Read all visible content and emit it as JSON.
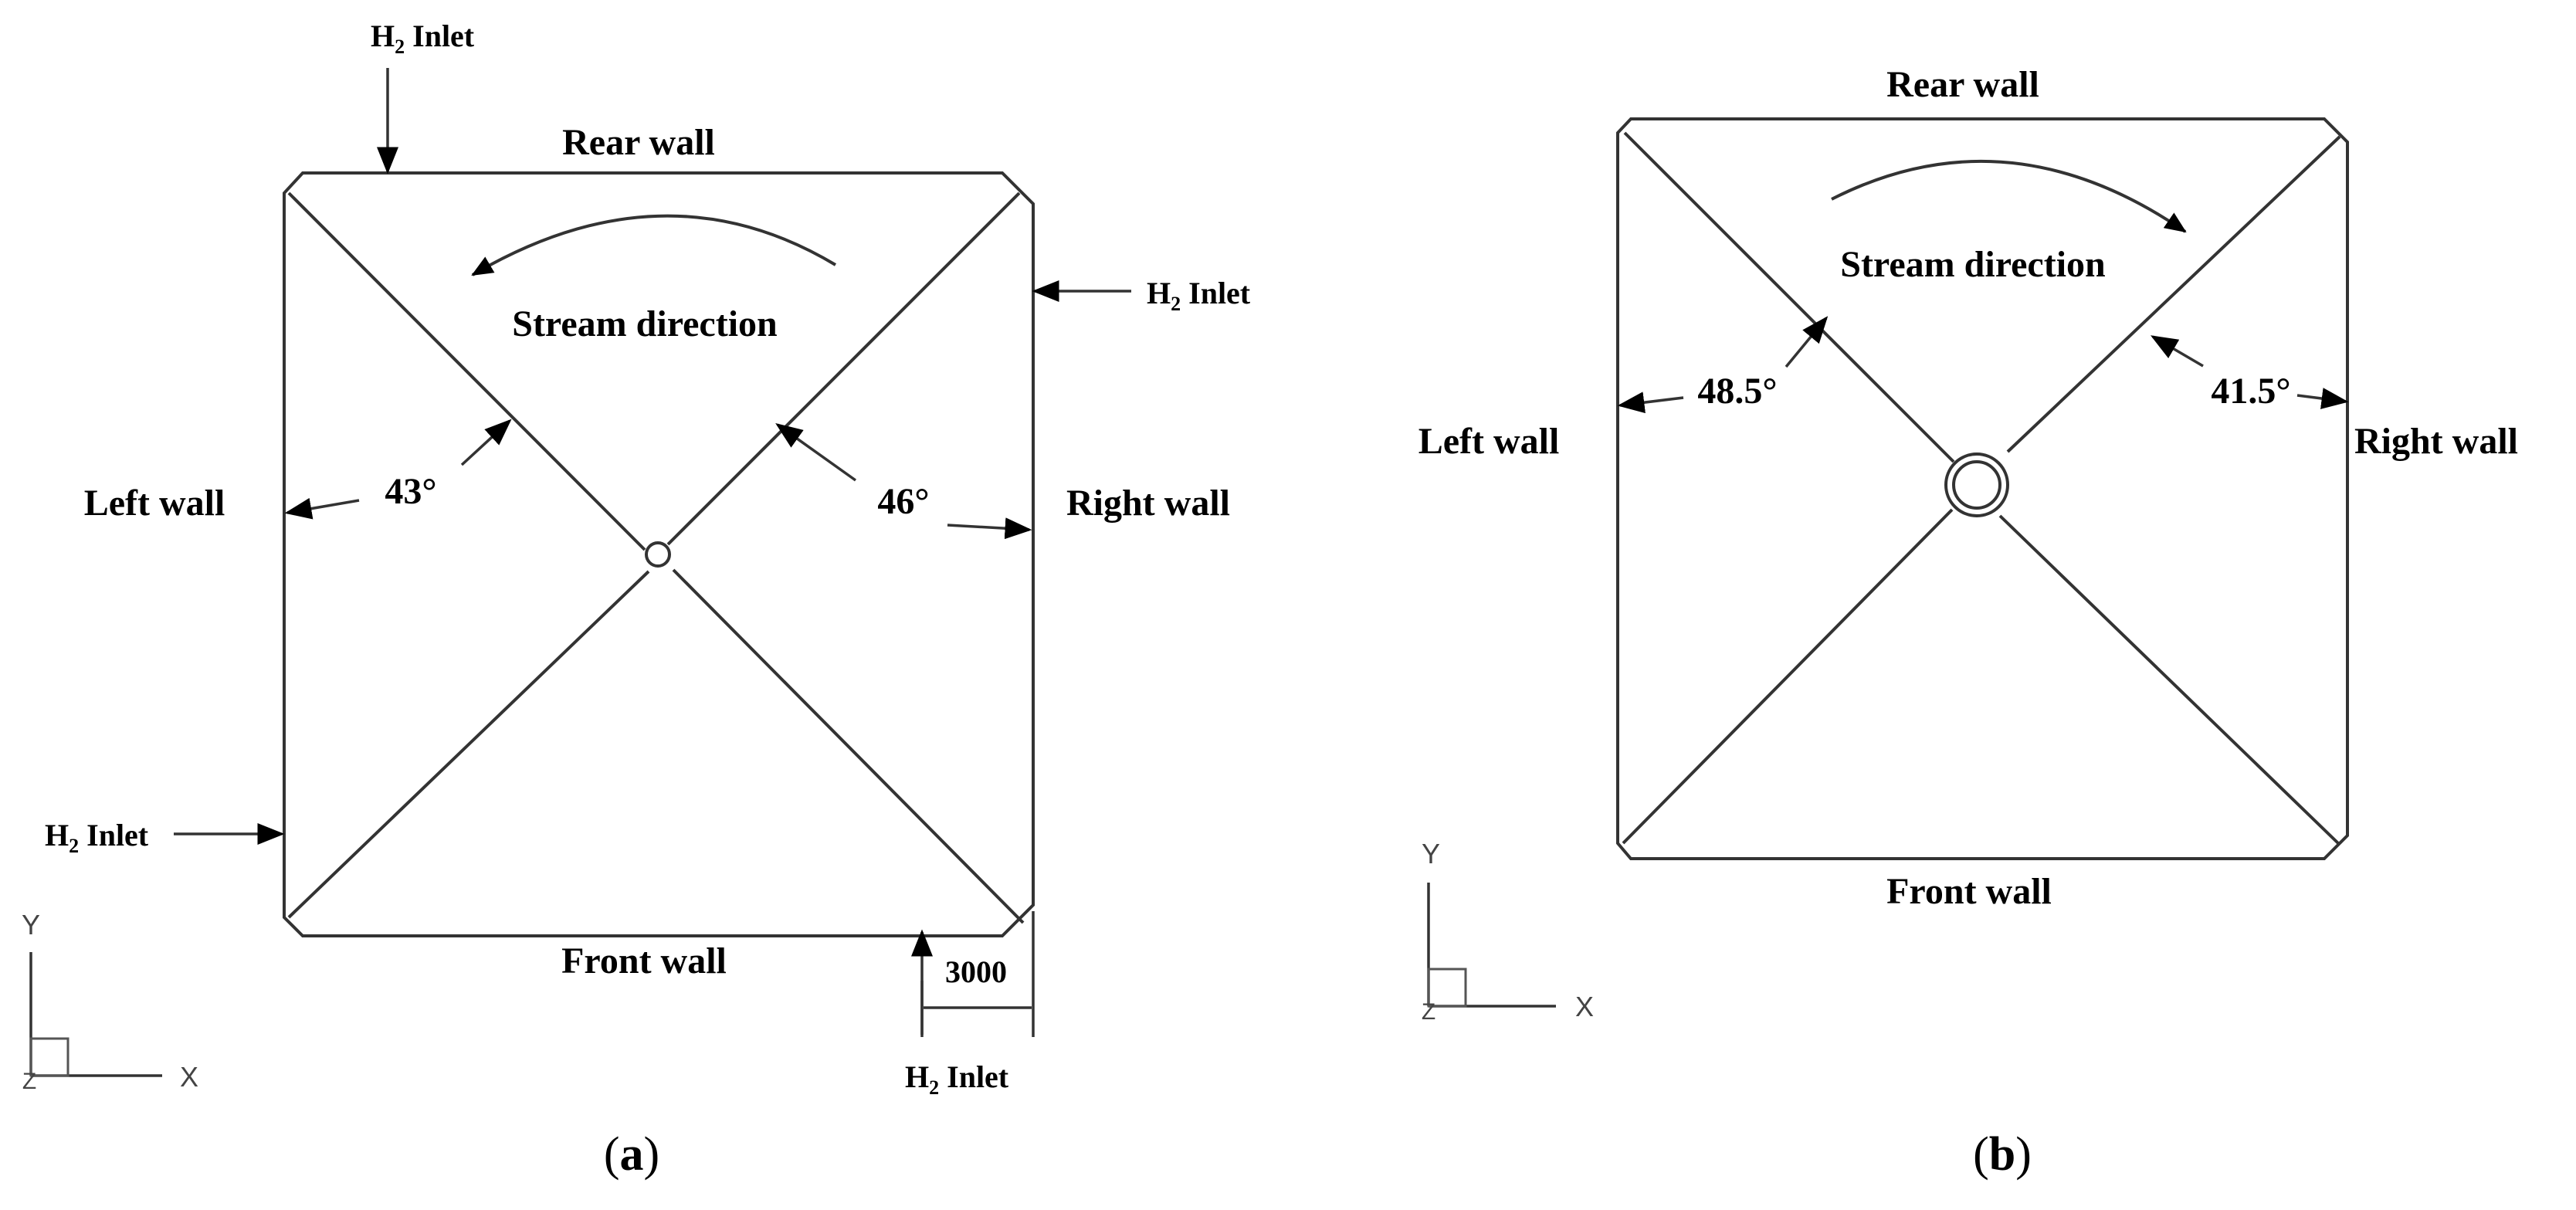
{
  "panel_a": {
    "caption_open": "(",
    "caption_letter": "a",
    "caption_close": ")",
    "wall_rear": "Rear wall",
    "wall_front": "Front wall",
    "wall_left": "Left wall",
    "wall_right": "Right wall",
    "stream_label": "Stream direction",
    "angle_left": "43°",
    "angle_right": "46°",
    "dimension": "3000",
    "inlet_prefix": "H",
    "inlet_sub": "2",
    "inlet_suffix": " Inlet",
    "axis_y": "Y",
    "axis_x": "X",
    "axis_z": "Z"
  },
  "panel_b": {
    "caption_open": "(",
    "caption_letter": "b",
    "caption_close": ")",
    "wall_rear": "Rear wall",
    "wall_front": "Front wall",
    "wall_left": "Left wall",
    "wall_right": "Right wall",
    "stream_label": "Stream direction",
    "angle_left": "48.5°",
    "angle_right": "41.5°",
    "axis_y": "Y",
    "axis_x": "X",
    "axis_z": "Z"
  }
}
